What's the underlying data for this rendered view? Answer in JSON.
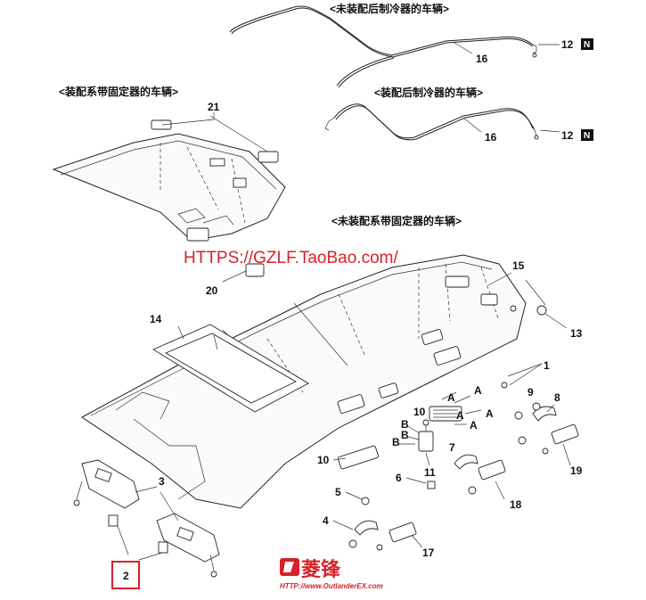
{
  "captions": {
    "no_rear_cooler": "<未装配后制冷器的车辆>",
    "with_rear_cooler": "<装配后制冷器的车辆>",
    "with_belt_anchor": "<装配系带固定器的车辆>",
    "no_belt_anchor": "<未装配系带固定器的车辆>"
  },
  "watermark": "HTTPS://GZLF.TaoBao.com/",
  "logo": {
    "text": "菱锋",
    "url": "HTTP://www.OutlanderEX.com"
  },
  "part_numbers": {
    "n1": "1",
    "n2": "2",
    "n3": "3",
    "n4": "4",
    "n5": "5",
    "n6": "6",
    "n7": "7",
    "n8": "8",
    "n9": "9",
    "n10a": "10",
    "n10b": "10",
    "n11": "11",
    "n12a": "12",
    "n12b": "12",
    "n13": "13",
    "n14": "14",
    "n15": "15",
    "n16a": "16",
    "n16b": "16",
    "n17": "17",
    "n18": "18",
    "n19": "19",
    "n20": "20",
    "n21": "21"
  },
  "n_tag": "N",
  "arrow_labels": {
    "a1": "A",
    "a2": "A",
    "a3": "A",
    "a4": "A",
    "a5": "A",
    "b1": "B",
    "b2": "B",
    "b3": "B"
  }
}
